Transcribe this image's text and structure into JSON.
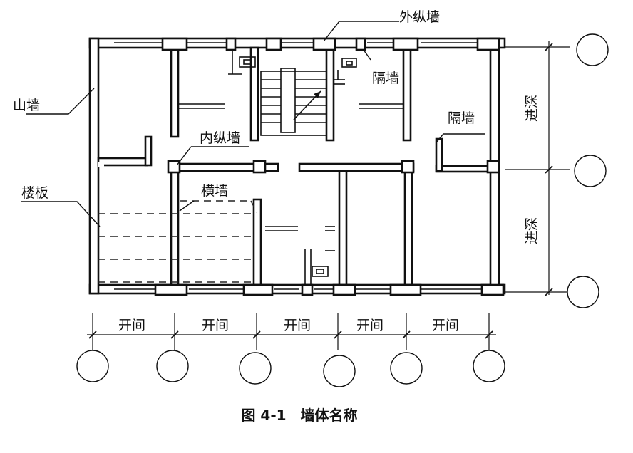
{
  "labels": {
    "outer_longitudinal_wall": "外纵墙",
    "gable_wall": "山墙",
    "partition_wall_1": "隔墙",
    "partition_wall_2": "隔墙",
    "inner_longitudinal_wall": "内纵墙",
    "floor_slab": "楼板",
    "cross_wall": "横墙"
  },
  "dimensions": {
    "bays": [
      "开间",
      "开间",
      "开间",
      "开间",
      "开间"
    ],
    "depths": [
      "进深",
      "进深"
    ]
  },
  "caption": "图 4-1　墙体名称"
}
